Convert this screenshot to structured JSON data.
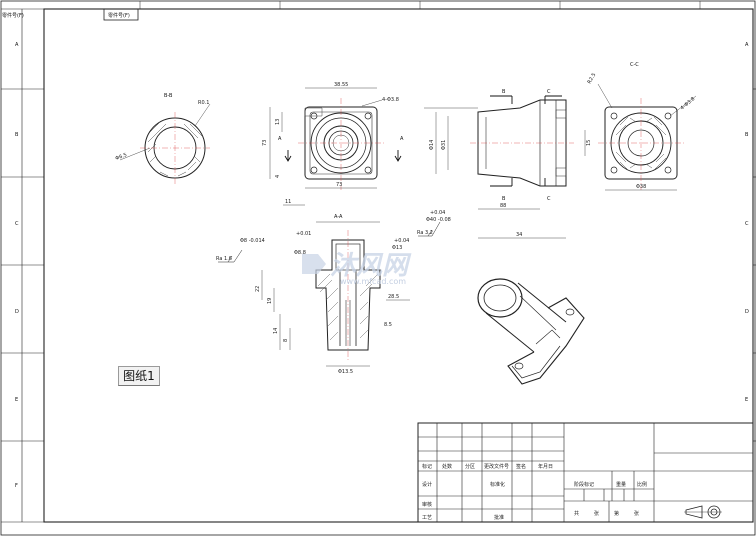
{
  "drawing": {
    "top_left_tag": "零件号(F)",
    "zone_rows": [
      "A",
      "B",
      "C",
      "D",
      "E",
      "F"
    ],
    "sheet_tab": "图纸1",
    "watermark": {
      "cn": "沐风网",
      "en": "www.mfcad.com"
    },
    "section_labels": {
      "b_b": "B-B",
      "a_a": "A-A",
      "c_c": "C-C",
      "b_top": "B",
      "b_bottom": "B",
      "c_top": "C",
      "c_bottom": "C",
      "a_left": "A",
      "a_right": "A"
    },
    "dims": {
      "bb_phi": "Φ6.5",
      "bb_r": "R0.1",
      "front_top": "38.55",
      "front_hole": "4-Φ3.8",
      "front_width": "73",
      "front_left": "11",
      "front_h": "73",
      "front_v1": "13",
      "front_v2": "4",
      "side_phi1": "Φ14",
      "side_phi2": "Φ31",
      "side_len": "88",
      "side_total": "34",
      "side_h": "15",
      "cc_phi": "Φ38",
      "cc_r": "R2.5",
      "cc_holes": "4-Φ3.8",
      "aa_tol1": "+0.01",
      "aa_tol2": "+0.04",
      "aa_tol3": "Φ8 -0.014",
      "aa_tol4": "Φ40 -0.08",
      "aa_ra1": "Ra 3.2",
      "aa_ra2": "Ra 1.6",
      "aa_phi_a": "Φ8.8",
      "aa_phi_b": "Φ13",
      "aa_phi_bot": "Φ13.5",
      "aa_w": "28.5",
      "aa_h1": "22",
      "aa_h2": "19",
      "aa_h3": "14",
      "aa_h4": "8",
      "aa_small": "8.5"
    },
    "title_block": {
      "c1": "标记",
      "c2": "处数",
      "c3": "分区",
      "c4": "更改文件号",
      "c5": "签名",
      "c6": "年月日",
      "design": "设计",
      "standard": "标准化",
      "check": "审核",
      "process": "工艺",
      "approve": "批准",
      "stage": "阶段标记",
      "weight": "重量",
      "scale": "比例",
      "total": "共",
      "sheet_word": "张",
      "page": "第",
      "sheet_word2": "张"
    }
  }
}
